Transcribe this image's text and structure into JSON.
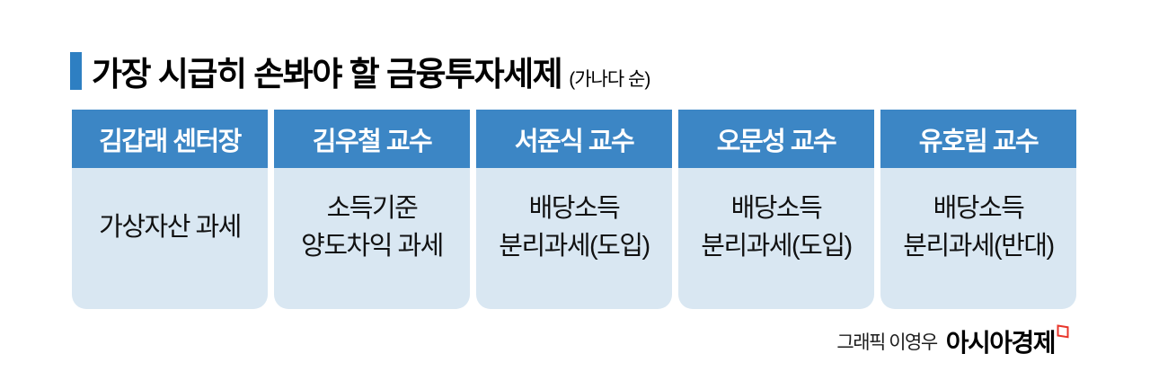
{
  "title": {
    "prefix": "가장 시급히 손봐야 할",
    "strong": "금융투자세제",
    "note": "(가나다 순)"
  },
  "columns": [
    {
      "header": "김갑래 센터장",
      "lines": [
        "가상자산 과세"
      ]
    },
    {
      "header": "김우철 교수",
      "lines": [
        "소득기준",
        "양도차익 과세"
      ]
    },
    {
      "header": "서준식 교수",
      "lines": [
        "배당소득",
        "분리과세(도입)"
      ]
    },
    {
      "header": "오문성 교수",
      "lines": [
        "배당소득",
        "분리과세(도입)"
      ]
    },
    {
      "header": "유호림 교수",
      "lines": [
        "배당소득",
        "분리과세(반대)"
      ]
    }
  ],
  "credit": {
    "graphic_by": "그래픽 이영우",
    "brand": "아시아경제",
    "brand_mark_icon": "speech-mark-icon"
  },
  "colors": {
    "title_bar": "#2e7fc2",
    "header_bg": "#3c86c5",
    "header_text": "#ffffff",
    "body_bg": "#d9e7f2",
    "logo_red": "#e8362b"
  },
  "chart_data": {
    "type": "table",
    "title": "가장 시급히 손봐야 할 금융투자세제",
    "subtitle": "(가나다 순)",
    "columns": [
      "김갑래 센터장",
      "김우철 교수",
      "서준식 교수",
      "오문성 교수",
      "유호림 교수"
    ],
    "values": [
      "가상자산 과세",
      "소득기준 양도차익 과세",
      "배당소득 분리과세(도입)",
      "배당소득 분리과세(도입)",
      "배당소득 분리과세(반대)"
    ]
  }
}
